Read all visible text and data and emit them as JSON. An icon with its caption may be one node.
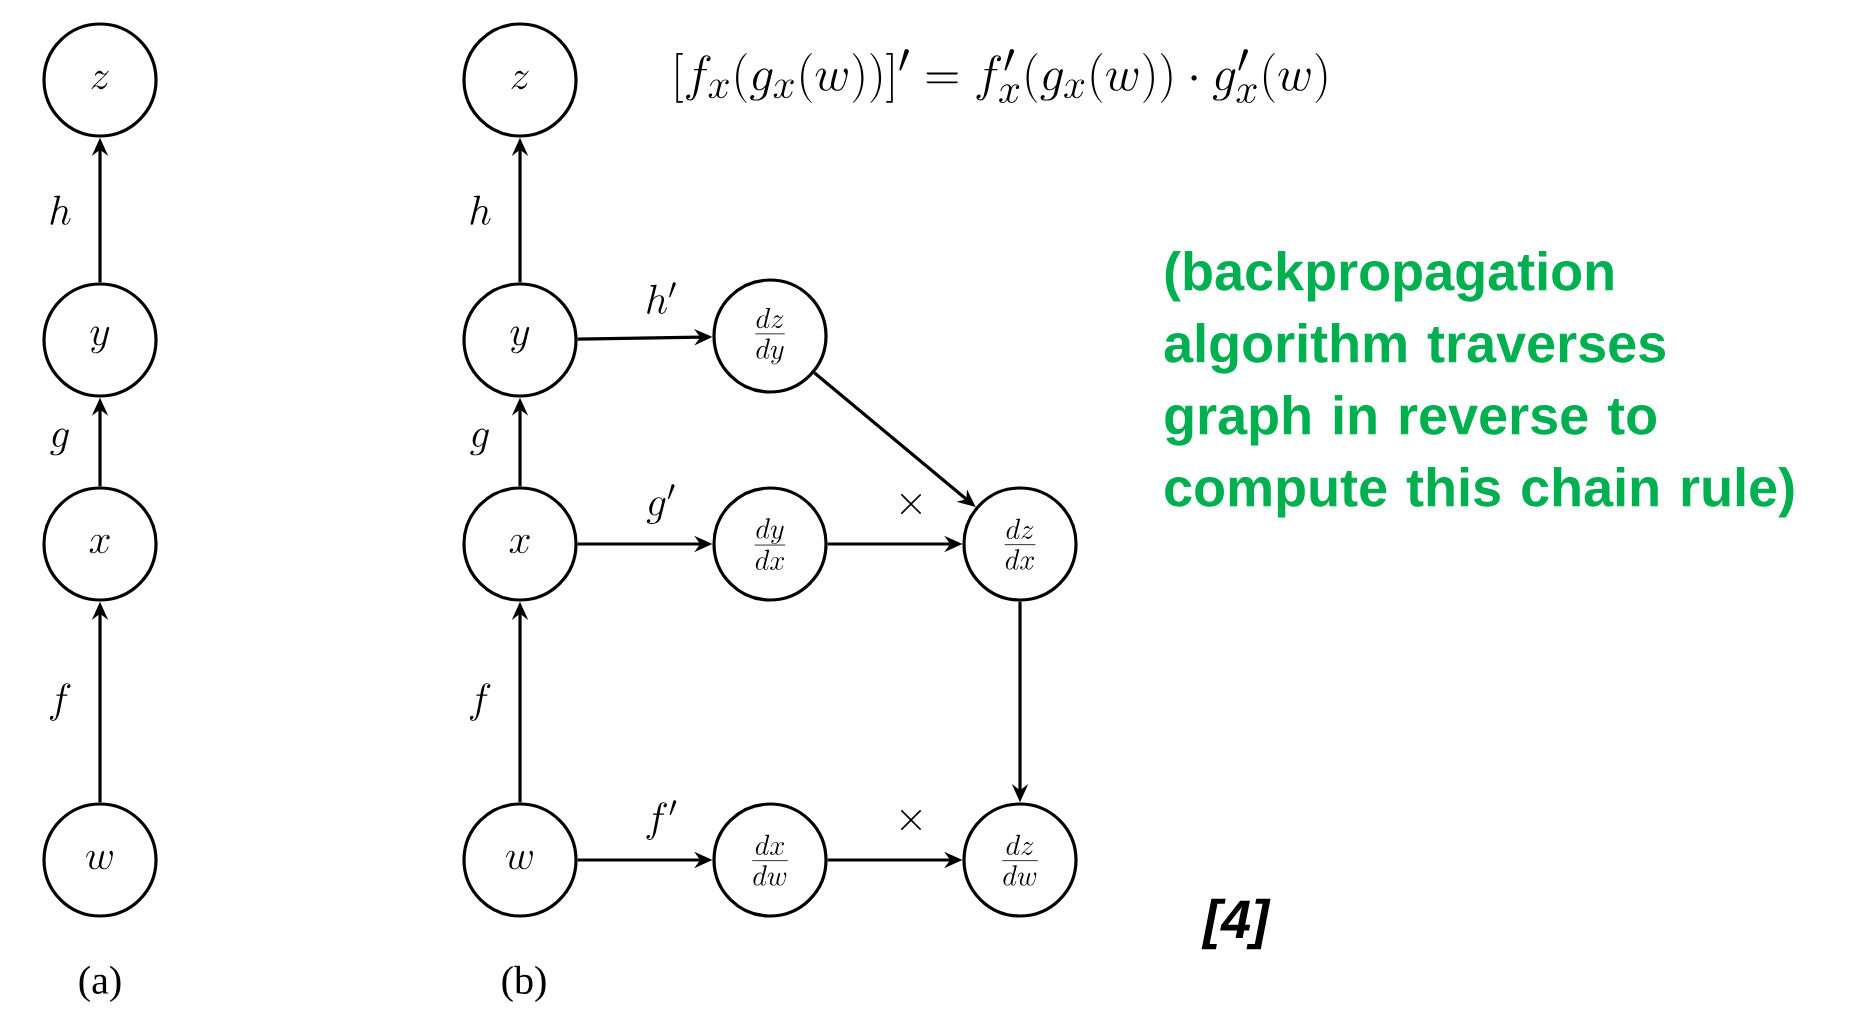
{
  "diagram": {
    "title": "[f_x(g_x(w))]' = f'_x(g_x(w)) \\cdot g'_x(w)",
    "nodes": [
      {
        "text": [
          "z"
        ]
      },
      {
        "text": [
          "y"
        ]
      },
      {
        "text": [
          "x"
        ]
      },
      {
        "text": [
          "w"
        ]
      },
      {
        "text": [
          "z"
        ]
      },
      {
        "text": [
          "y"
        ]
      },
      {
        "text": [
          "x"
        ]
      },
      {
        "text": [
          "w"
        ]
      },
      {
        "text": [
          "\\frac{dz}{dy}"
        ]
      },
      {
        "text": [
          "\\frac{dy}{dx}"
        ]
      },
      {
        "text": [
          "\\frac{dz}{dx}"
        ]
      },
      {
        "text": [
          "\\frac{dx}{dw}"
        ]
      },
      {
        "text": [
          "\\frac{dz}{dw}"
        ]
      }
    ],
    "edges": [
      {
        "from": 1,
        "to": 0,
        "arrow": "to",
        "label": "h"
      },
      {
        "from": 2,
        "to": 1,
        "arrow": "to",
        "label": "g"
      },
      {
        "from": 3,
        "to": 2,
        "arrow": "to",
        "label": "f"
      },
      {
        "from": 5,
        "to": 4,
        "arrow": "to",
        "label": "h"
      },
      {
        "from": 6,
        "to": 5,
        "arrow": "to",
        "label": "g"
      },
      {
        "from": 7,
        "to": 6,
        "arrow": "to",
        "label": "f"
      },
      {
        "from": 5,
        "to": 8,
        "arrow": "to",
        "label": "h'"
      },
      {
        "from": 6,
        "to": 9,
        "arrow": "to",
        "label": "g'"
      },
      {
        "from": 7,
        "to": 11,
        "arrow": "to",
        "label": "f'"
      },
      {
        "from": 8,
        "to": 10,
        "arrow": "to"
      },
      {
        "from": 9,
        "to": 10,
        "arrow": "to",
        "label": "\\times"
      },
      {
        "from": 10,
        "to": 12,
        "arrow": "to"
      },
      {
        "from": 11,
        "to": 12,
        "arrow": "to",
        "label": "\\times"
      }
    ],
    "labels": [
      "(backpropagation algorithm traverses graph in reverse to compute this chain rule)",
      "[4]",
      "(a)",
      "(b)"
    ]
  }
}
